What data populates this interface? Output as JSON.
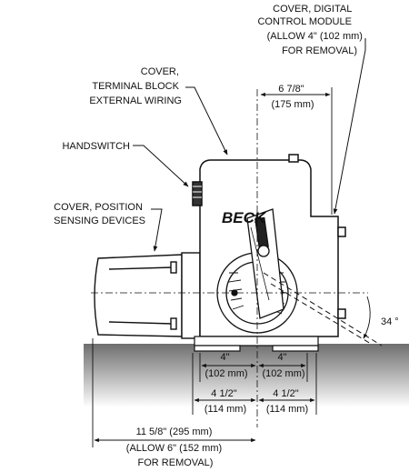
{
  "callouts": {
    "cover_digital_control": [
      "COVER, DIGITAL",
      "CONTROL MODULE",
      "(ALLOW 4\" (102 mm)",
      "FOR REMOVAL)"
    ],
    "cover_terminal_block": [
      "COVER,",
      "TERMINAL BLOCK",
      "EXTERNAL WIRING"
    ],
    "handswitch": [
      "HANDSWITCH"
    ],
    "cover_position_sensing": [
      "COVER, POSITION",
      "SENSING DEVICES"
    ]
  },
  "logo_text": "BECK",
  "dimensions": {
    "top_width": [
      "6 7/8\"",
      "(175 mm)"
    ],
    "angle": "34 °",
    "left_4": [
      "4\"",
      "(102 mm)"
    ],
    "right_4": [
      "4\"",
      "(102 mm)"
    ],
    "left_4_5": [
      "4 1/2\"",
      "(114 mm)"
    ],
    "right_4_5": [
      "4 1/2\"",
      "(114 mm)"
    ],
    "overall": [
      "11 5/8\" (295 mm)",
      "(ALLOW 6\" (152 mm)",
      "FOR REMOVAL)"
    ]
  }
}
